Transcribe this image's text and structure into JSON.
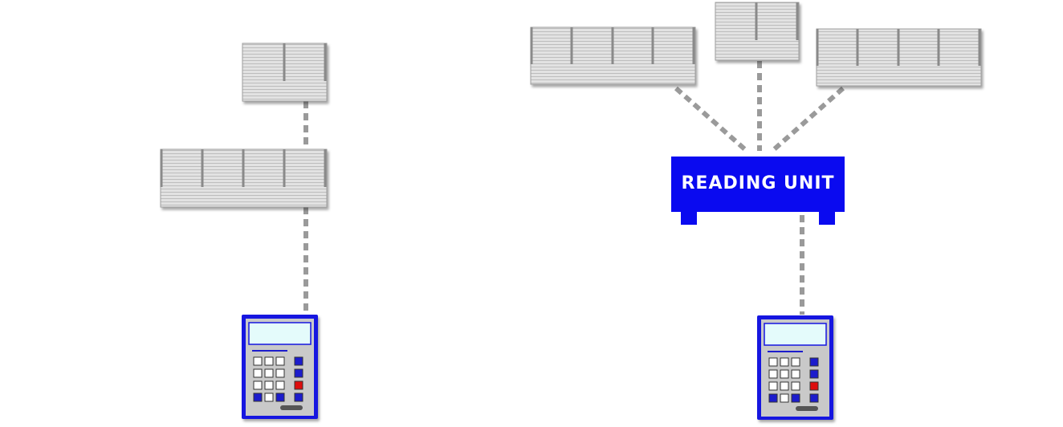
{
  "reading_unit": {
    "label": "READING UNIT",
    "fill_color": "#0a0af0",
    "text_color": "#ffffff"
  },
  "colors": {
    "meter_face": "#e2e2e2",
    "meter_line": "#bdbdbd",
    "meter_divider": "#8a8a8a",
    "connector": "#9a9a9a",
    "handheld_frame": "#1212e0",
    "handheld_body": "#c9c9c9",
    "handheld_screen": "#e4fbfb",
    "key_red": "#dd1111",
    "key_blue": "#1a1acc"
  },
  "groups": {
    "left": {
      "meter_banks": [
        {
          "sections": 2
        },
        {
          "sections": 4
        }
      ]
    },
    "right": {
      "meter_banks": [
        {
          "sections": 4
        },
        {
          "sections": 2
        },
        {
          "sections": 4
        }
      ]
    }
  }
}
